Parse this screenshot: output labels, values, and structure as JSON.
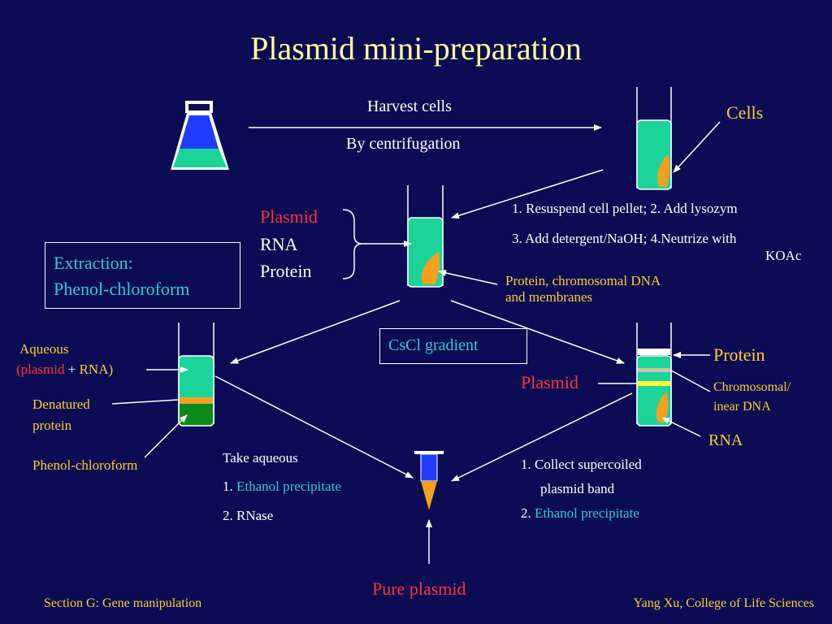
{
  "title": "Plasmid mini-preparation",
  "harvest": {
    "line1": "Harvest cells",
    "line2": "By centrifugation"
  },
  "cells_label": "Cells",
  "lysis_steps": {
    "step1": "1. Resuspend cell pellet; 2. Add lysozym",
    "step2": "3. Add detergent/NaOH; 4.Neutrize with",
    "step2b": "KOAc"
  },
  "supernatant": {
    "plasmid": "Plasmid",
    "rna": "RNA",
    "protein": "Protein"
  },
  "pellet_label": {
    "line1": "Protein, chromosomal DNA",
    "line2": "and  membranes"
  },
  "extraction": {
    "line1": "Extraction:",
    "line2": "Phenol-chloroform"
  },
  "cscl": "CsCl gradient",
  "phenol_tube": {
    "aqueous": "Aqueous",
    "aqueous_detail_pre": "(plasmid",
    "aqueous_detail_plus": "+",
    "aqueous_detail_post": "RNA)",
    "denatured1": "Denatured",
    "denatured2": "protein",
    "phenol": "Phenol-chloroform"
  },
  "gradient_tube": {
    "protein": "Protein",
    "plasmid": "Plasmid",
    "chrom1": "Chromosomal/",
    "chrom2": "inear DNA",
    "rna": "RNA"
  },
  "left_steps": {
    "take": "Take aqueous",
    "s1_num": "1.",
    "s1_text": "Ethanol precipitate",
    "s2": "2. RNase"
  },
  "right_steps": {
    "s1a": "1. Collect supercoiled",
    "s1b": "plasmid band",
    "s2_num": "2.",
    "s2_text": "Ethanol precipitate"
  },
  "pure_plasmid": "Pure plasmid",
  "footer": {
    "left": "Section G: Gene manipulation",
    "right": "Yang Xu, College of Life Sciences"
  }
}
